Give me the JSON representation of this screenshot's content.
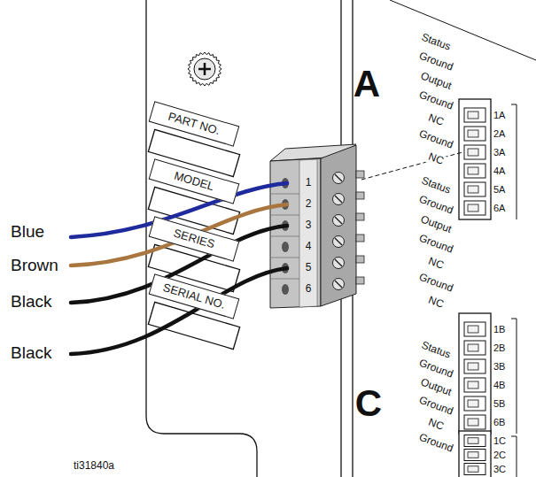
{
  "diagram": {
    "nodes": [
      {
        "text": [
          "PART NO."
        ]
      },
      {
        "text": [
          "MODEL"
        ]
      },
      {
        "text": [
          "SERIES"
        ]
      },
      {
        "text": [
          "SERIAL NO."
        ]
      }
    ],
    "labels": [
      "Blue",
      "Brown",
      "Black",
      "Black",
      "1",
      "2",
      "3",
      "4",
      "5",
      "6",
      "A",
      "Status",
      "Ground",
      "Output",
      "Ground",
      "NC",
      "Ground",
      "NC",
      "1A",
      "2A",
      "3A",
      "4A",
      "5A",
      "6A",
      "Status",
      "Ground",
      "Output",
      "Ground",
      "NC",
      "Ground",
      "NC",
      "1B",
      "2B",
      "3B",
      "4B",
      "5B",
      "6B",
      "C",
      "Status",
      "Ground",
      "Output",
      "Ground",
      "NC",
      "Ground",
      "1C",
      "2C",
      "3C",
      "ti31840a"
    ]
  }
}
